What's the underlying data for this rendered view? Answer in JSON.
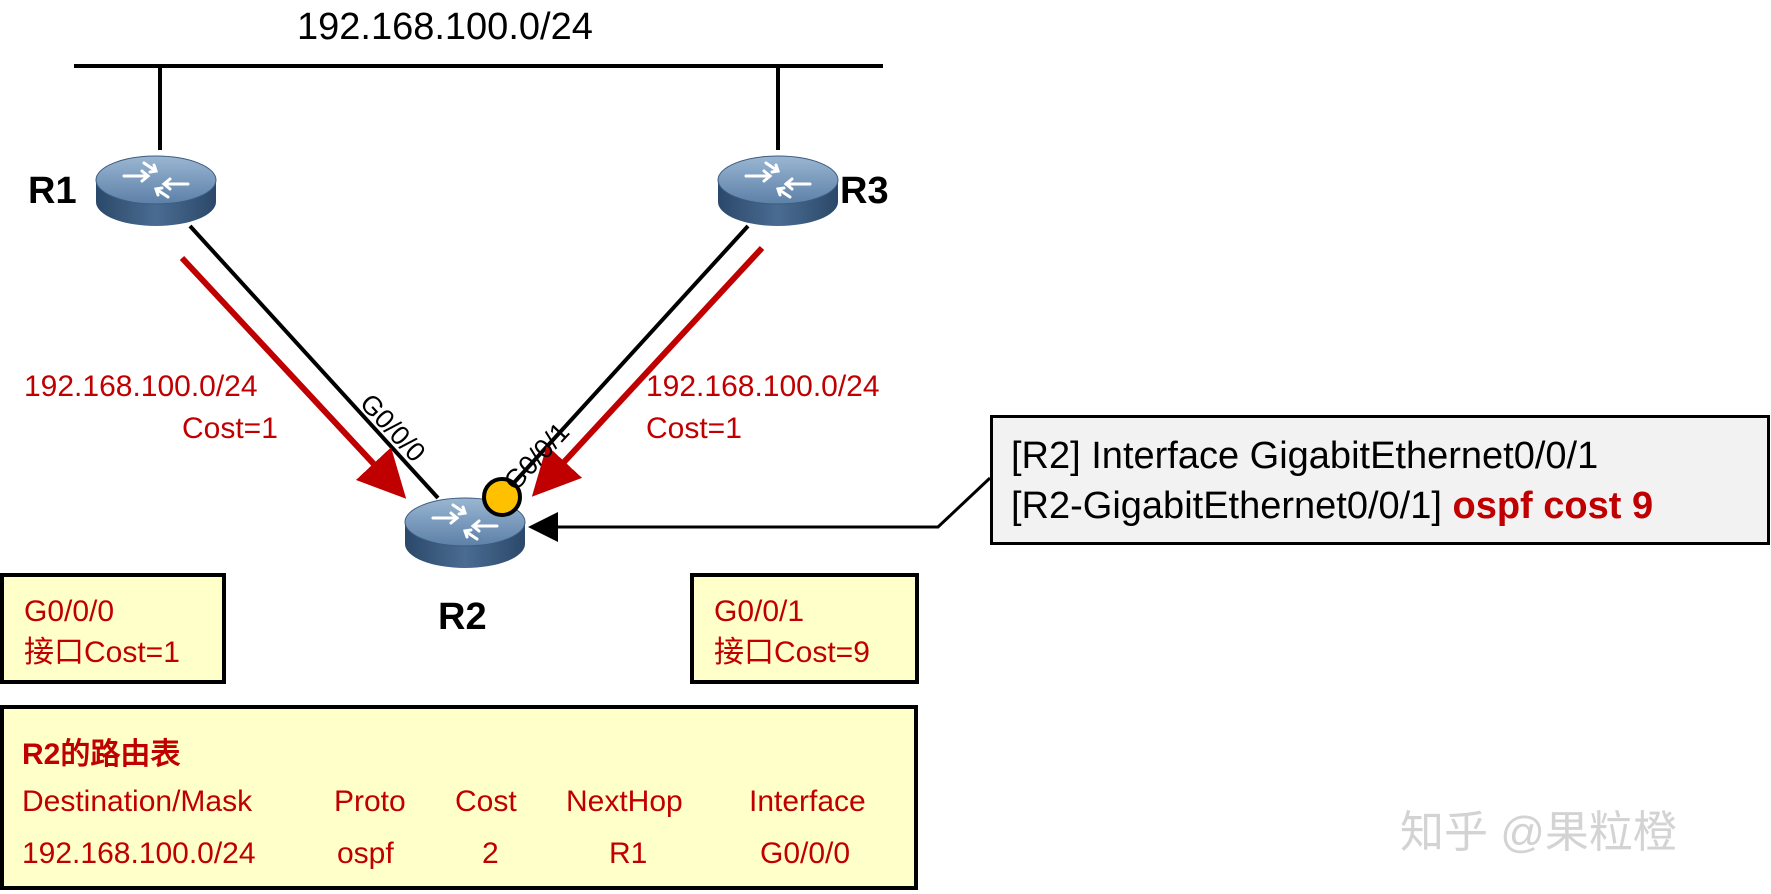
{
  "network": {
    "subnet_label": "192.168.100.0/24"
  },
  "routers": {
    "r1": "R1",
    "r2": "R2",
    "r3": "R3"
  },
  "interfaces": {
    "left": "G0/0/0",
    "right": "G0/0/1"
  },
  "advertisements": {
    "left": {
      "prefix": "192.168.100.0/24",
      "cost": "Cost=1"
    },
    "right": {
      "prefix": "192.168.100.0/24",
      "cost": "Cost=1"
    }
  },
  "config": {
    "line1": "[R2] Interface GigabitEthernet0/0/1",
    "line2_prefix": "[R2-GigabitEthernet0/0/1] ",
    "line2_highlight": "ospf cost 9"
  },
  "interface_costs": {
    "left": {
      "name": "G0/0/0",
      "cost": "接口Cost=1"
    },
    "right": {
      "name": "G0/0/1",
      "cost": "接口Cost=9"
    }
  },
  "routing_table": {
    "title": "R2的路由表",
    "headers": [
      "Destination/Mask",
      "Proto",
      "Cost",
      "NextHop",
      "Interface"
    ],
    "rows": [
      [
        "192.168.100.0/24",
        "ospf",
        "2",
        "R1",
        "G0/0/0"
      ]
    ]
  },
  "watermark": "知乎 @果粒橙",
  "colors": {
    "accent_red": "#c00000",
    "box_fill": "#ffffc9",
    "router_blue": "#4a6c92",
    "marker_orange": "#ffc000"
  }
}
